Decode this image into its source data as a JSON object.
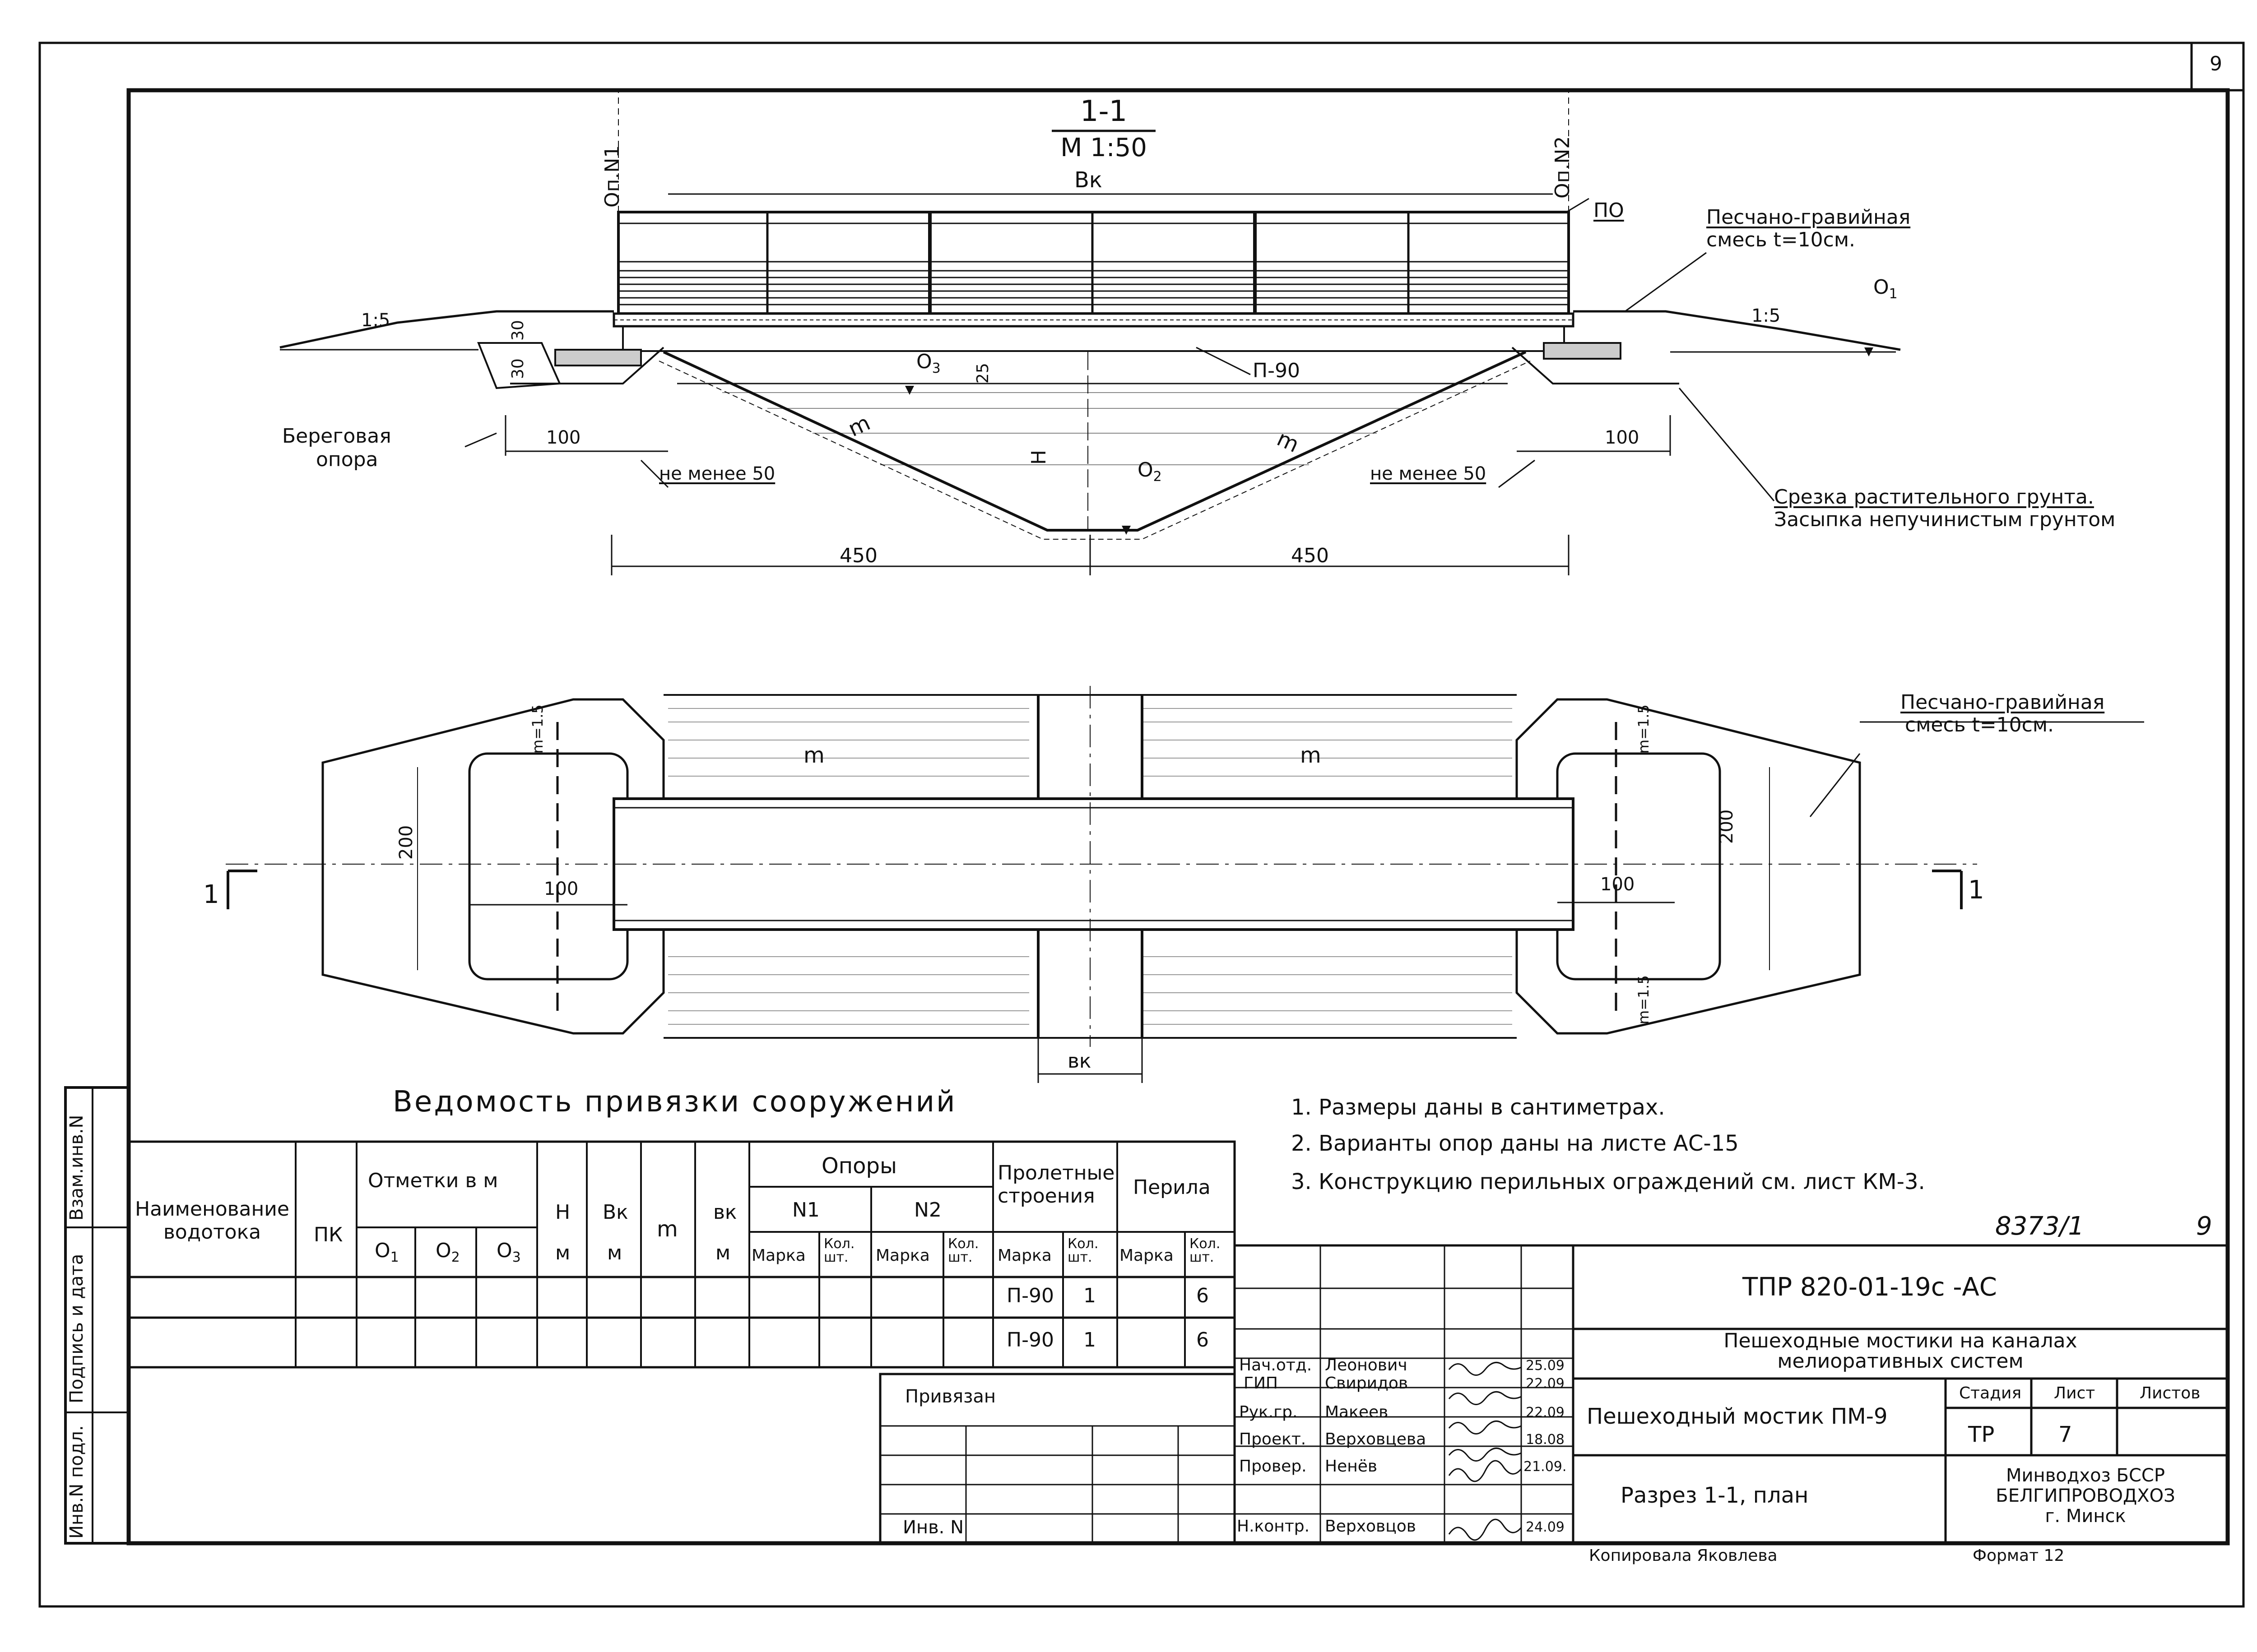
{
  "sheet": {
    "page_number": "9",
    "handwritten_number": "8373/1",
    "handwritten_page": "9"
  },
  "section": {
    "title": "1-1",
    "scale": "М 1:50",
    "label_bk": "Вк",
    "support1": "Оп.N1",
    "support2": "Оп.N2",
    "label_po": "ПО",
    "sand_gravel_1": "Песчано-гравийная",
    "sand_gravel_2": "смесь t=10см.",
    "slope_left": "1:5",
    "slope_right": "1:5",
    "o1": "O",
    "o1_sub": "1",
    "o2": "O",
    "o2_sub": "2",
    "o3": "O",
    "o3_sub": "3",
    "dim_30a": "30",
    "dim_30b": "30",
    "dim_25": "25",
    "label_p90": "П-90",
    "label_h": "Н",
    "label_m_left": "m",
    "label_m_right": "m",
    "coastal_1": "Береговая",
    "coastal_2": "опора",
    "dim_100_left": "100",
    "dim_100_right": "100",
    "min50_left": "не менее 50",
    "min50_right": "не менее 50",
    "cut_1": "Срезка растительного грунта.",
    "cut_2": "Засыпка непучинистым грунтом",
    "dim_450_left": "450",
    "dim_450_right": "450"
  },
  "plan": {
    "sand_gravel_1": "Песчано-гравийная",
    "sand_gravel_2": "смесь t=10см.",
    "m_left": "m",
    "m_right": "m",
    "m15_1": "m=1.5",
    "m15_2": "m=1.5",
    "m15_3": "m=1.5",
    "dim_200_left": "200",
    "dim_200_right": "200",
    "dim_100_left": "100",
    "dim_100_right": "100",
    "cut_left": "1",
    "cut_right": "1",
    "label_bk": "вк"
  },
  "register": {
    "title": "Ведомость привязки сооружений",
    "headers": {
      "name": "Наименование водотока",
      "pk": "ПК",
      "marks": "Отметки в м",
      "o1": "O",
      "o2": "O",
      "o3": "O",
      "h": "Н",
      "h_unit": "м",
      "bk": "Вк",
      "bk_unit": "м",
      "m": "m",
      "bk2": "вк",
      "bk2_unit": "м",
      "supports": "Опоры",
      "n1": "N1",
      "n2": "N2",
      "spans": "Пролетные строения",
      "railings": "Перила",
      "mark": "Марка",
      "qty": "Кол. шт."
    },
    "rows": [
      {
        "span_mark": "П-90",
        "span_qty": "1",
        "rail_qty": "6"
      },
      {
        "span_mark": "П-90",
        "span_qty": "1",
        "rail_qty": "6"
      }
    ]
  },
  "notes": [
    "1. Размеры даны в сантиметрах.",
    "2. Варианты опор даны на листе АС-15",
    "3. Конструкцию перильных ограждений см. лист КМ-3."
  ],
  "margin_stamp": {
    "inv_zam": "Взам.инв.N",
    "sign_date": "Подпись и дата",
    "inv_orig": "Инв.N подл."
  },
  "title_block": {
    "doc_code": "ТПР 820-01-19с -АС",
    "project_1": "Пешеходные мостики на каналах",
    "project_2": "мелиоративных систем",
    "object": "Пешеходный мостик ПМ-9",
    "sheet_title": "Разрез 1-1, план",
    "stage_label": "Стадия",
    "sheet_label": "Лист",
    "sheets_label": "Листов",
    "stage": "ТР",
    "sheet": "7",
    "org_1": "Минводхоз БССР",
    "org_2": "БЕЛГИПРОВОДХОЗ",
    "org_3": "г. Минск",
    "bound": "Привязан",
    "inv": "Инв. N",
    "signatures": [
      {
        "role": "Нач.отд.",
        "name": "Леонович",
        "date": "25.09"
      },
      {
        "role": "ГИП",
        "name": "Свиридов",
        "date": "22.09"
      },
      {
        "role": "Рук.гр.",
        "name": "Макеев",
        "date": "22.09"
      },
      {
        "role": "Проект.",
        "name": "Верховцева",
        "date": "18.08"
      },
      {
        "role": "Провер.",
        "name": "Ненёв",
        "date": "21.09."
      },
      {
        "role": "Н.контр.",
        "name": "Верховцов",
        "date": "24.09"
      }
    ],
    "copied": "Копировала Яковлева",
    "format": "Формат 12"
  }
}
